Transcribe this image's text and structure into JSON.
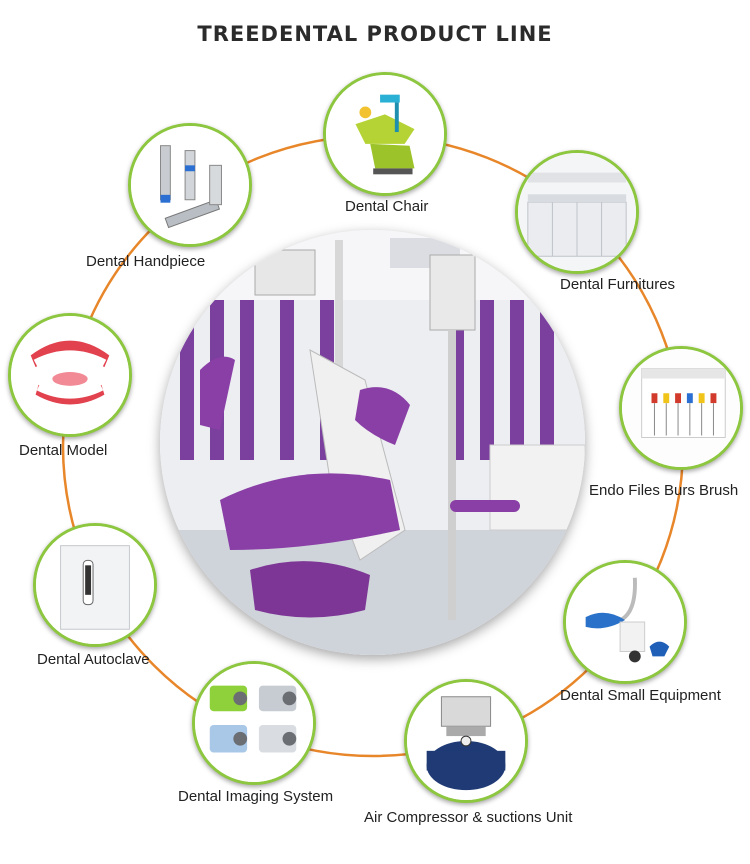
{
  "title": "TREEDENTAL PRODUCT LINE",
  "accent_orange": "#e8862a",
  "accent_green": "#8dc63f",
  "hero_image": "dental clinic with purple dental chair",
  "products": [
    {
      "label": "Dental Chair",
      "icon": "dental-chair-icon"
    },
    {
      "label": "Dental Furnitures",
      "icon": "cabinet-icon"
    },
    {
      "label": "Endo Files Burs Brush",
      "icon": "endo-files-icon"
    },
    {
      "label": "Dental Small Equipment",
      "icon": "whitening-lamp-icon"
    },
    {
      "label": "Air Compressor & suctions Unit",
      "icon": "air-compressor-icon"
    },
    {
      "label": "Dental Imaging System",
      "icon": "xray-sensor-icon"
    },
    {
      "label": "Dental Autoclave",
      "icon": "autoclave-icon"
    },
    {
      "label": "Dental Model",
      "icon": "teeth-model-icon"
    },
    {
      "label": "Dental Handpiece",
      "icon": "handpiece-icon"
    }
  ]
}
